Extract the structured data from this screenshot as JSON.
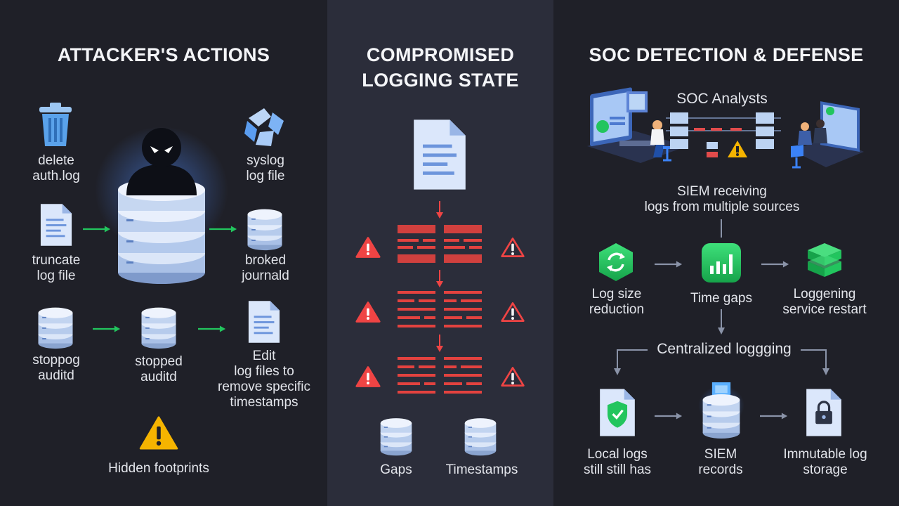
{
  "columns": {
    "attacker": {
      "title": "ATTACKER'S ACTIONS",
      "items": {
        "delete_auth": "delete\nauth.log",
        "syslog": "syslog\nlog file",
        "truncate": "truncate\nlog file",
        "broked_journald": "broked\njournald",
        "stopping_auditd": "stoppog\nauditd",
        "stopped_auditd": "stopped\nauditd",
        "edit_logs": "Edit\nlog files to\nremove specific\ntimestamps",
        "hidden_footprints": "Hidden footprints"
      }
    },
    "compromised": {
      "title": "COMPROMISED\nLOGGING STATE",
      "items": {
        "gaps": "Gaps",
        "timestamps": "Timestamps"
      }
    },
    "soc": {
      "title": "SOC DETECTION & DEFENSE",
      "items": {
        "analysts": "SOC Analysts",
        "siem_receiving": "SIEM receiving\nlogs from multiple sources",
        "log_size": "Log size\nreduction",
        "time_gaps": "Time gaps",
        "service_restart": "Loggening\nservice restart",
        "centralized": "Centralized loggging",
        "local_logs": "Local logs\nstill still has",
        "siem_records": "SIEM\nrecords",
        "immutable": "Immutable log\nstorage"
      }
    }
  },
  "colors": {
    "arrow_green": "#22c55e",
    "alert_red": "#ef4444",
    "warning_yellow": "#f5b400",
    "server_blue": "#bcd3f2",
    "accent_green": "#22b45a"
  }
}
